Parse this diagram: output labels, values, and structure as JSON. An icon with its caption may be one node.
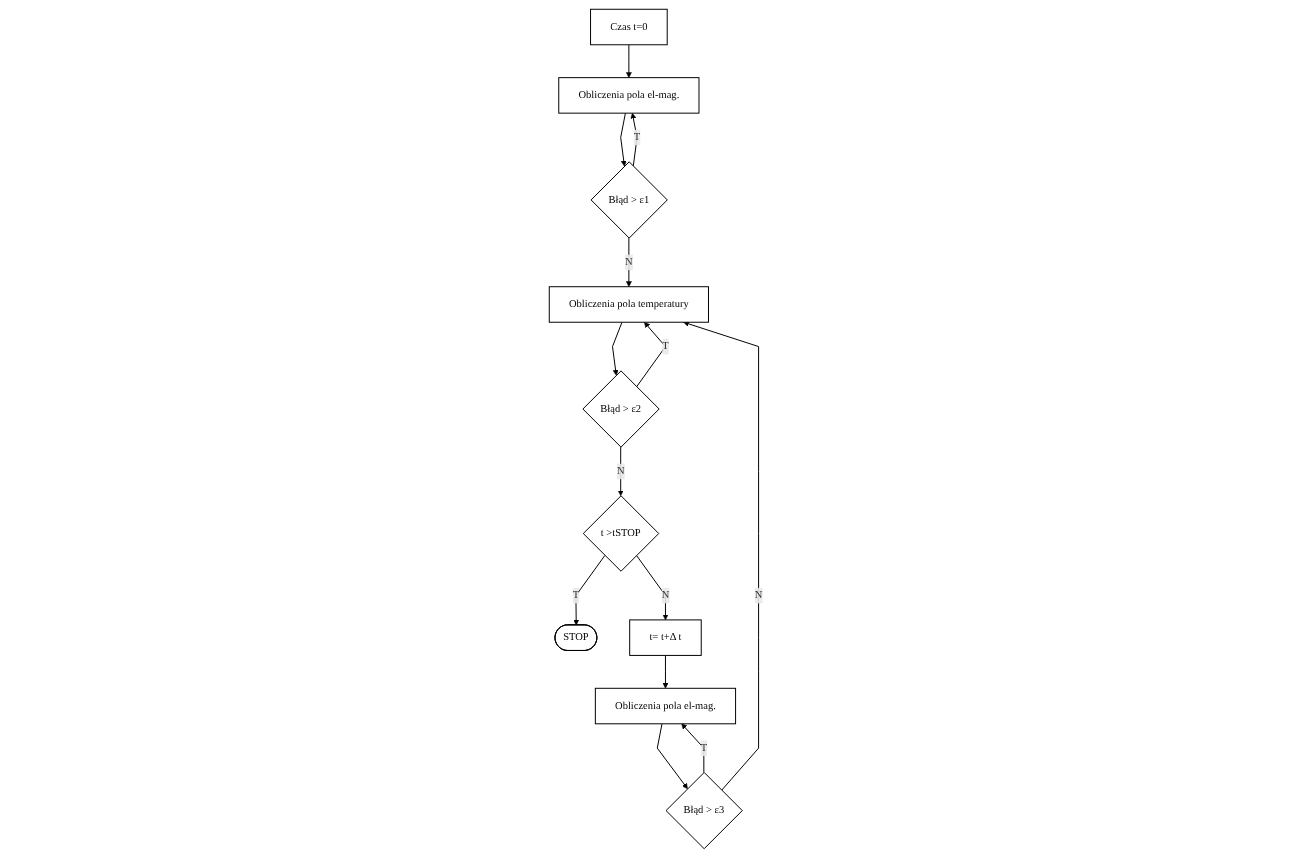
{
  "diagram": {
    "nodes": [
      {
        "text": [
          "Czas t=0"
        ]
      },
      {
        "text": [
          "Obliczenia pola el-mag."
        ]
      },
      {
        "text": [
          "Błąd > ε1"
        ]
      },
      {
        "text": [
          "Obliczenia pola temperatury"
        ]
      },
      {
        "text": [
          "Błąd > ε2"
        ]
      },
      {
        "text": [
          "t >tSTOP"
        ]
      },
      {
        "text": [
          "STOP"
        ]
      },
      {
        "text": [
          "t= t+Δ t"
        ]
      },
      {
        "text": [
          "Obliczenia pola el-mag."
        ]
      },
      {
        "text": [
          "Błąd > ε3"
        ]
      }
    ],
    "edges": [
      {
        "from": 0,
        "to": 1,
        "arrow": "to"
      },
      {
        "from": 1,
        "to": 2,
        "arrow": "to"
      },
      {
        "from": 2,
        "to": 1,
        "arrow": "to",
        "label": "T"
      },
      {
        "from": 2,
        "to": 3,
        "arrow": "to",
        "label": "N"
      },
      {
        "from": 9,
        "to": 3,
        "arrow": "to",
        "label": "N"
      },
      {
        "from": 4,
        "to": 3,
        "arrow": "to",
        "label": "T"
      },
      {
        "from": 3,
        "to": 4,
        "arrow": "to"
      },
      {
        "from": 4,
        "to": 5,
        "arrow": "to",
        "label": "N"
      },
      {
        "from": 5,
        "to": 6,
        "arrow": "to",
        "label": "T"
      },
      {
        "from": 5,
        "to": 7,
        "arrow": "to",
        "label": "N"
      },
      {
        "from": 7,
        "to": 8,
        "arrow": "to"
      },
      {
        "from": 8,
        "to": 9,
        "arrow": "to"
      },
      {
        "from": 9,
        "to": 8,
        "arrow": "to",
        "label": "T"
      }
    ]
  }
}
